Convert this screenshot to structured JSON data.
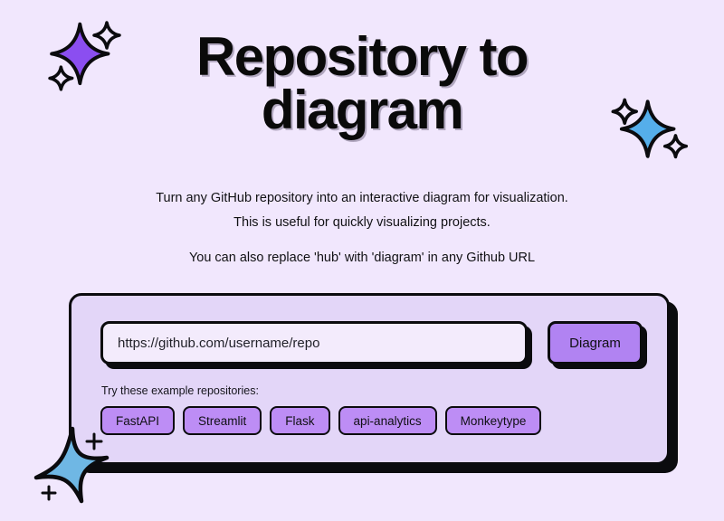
{
  "page": {
    "background_color": "#F1E7FD",
    "title_line1": "Repository to",
    "title_line2": "diagram"
  },
  "subtitle": {
    "line1": "Turn any GitHub repository into an interactive diagram for visualization.",
    "line2": "This is useful for quickly visualizing projects.",
    "line3": "You can also replace 'hub' with 'diagram' in any Github URL"
  },
  "form": {
    "card_background": "#E3D6F8",
    "border_color": "#0B0B0E",
    "url_input": {
      "placeholder": "https://github.com/username/repo",
      "value": ""
    },
    "submit_label": "Diagram",
    "submit_color": "#B183F2"
  },
  "examples": {
    "label": "Try these example repositories:",
    "chip_color": "#BD8DF5",
    "items": [
      {
        "label": "FastAPI"
      },
      {
        "label": "Streamlit"
      },
      {
        "label": "Flask"
      },
      {
        "label": "api-analytics"
      },
      {
        "label": "Monkeytype"
      }
    ]
  },
  "decorations": {
    "sparkle_top_left": {
      "icon": "sparkle-icon",
      "color": "#8B4EF0"
    },
    "sparkle_top_right": {
      "icon": "sparkle-icon",
      "color": "#55AEEA"
    },
    "sparkle_bottom_left": {
      "icon": "sparkle-star-icon",
      "color": "#6FB7E4"
    }
  }
}
